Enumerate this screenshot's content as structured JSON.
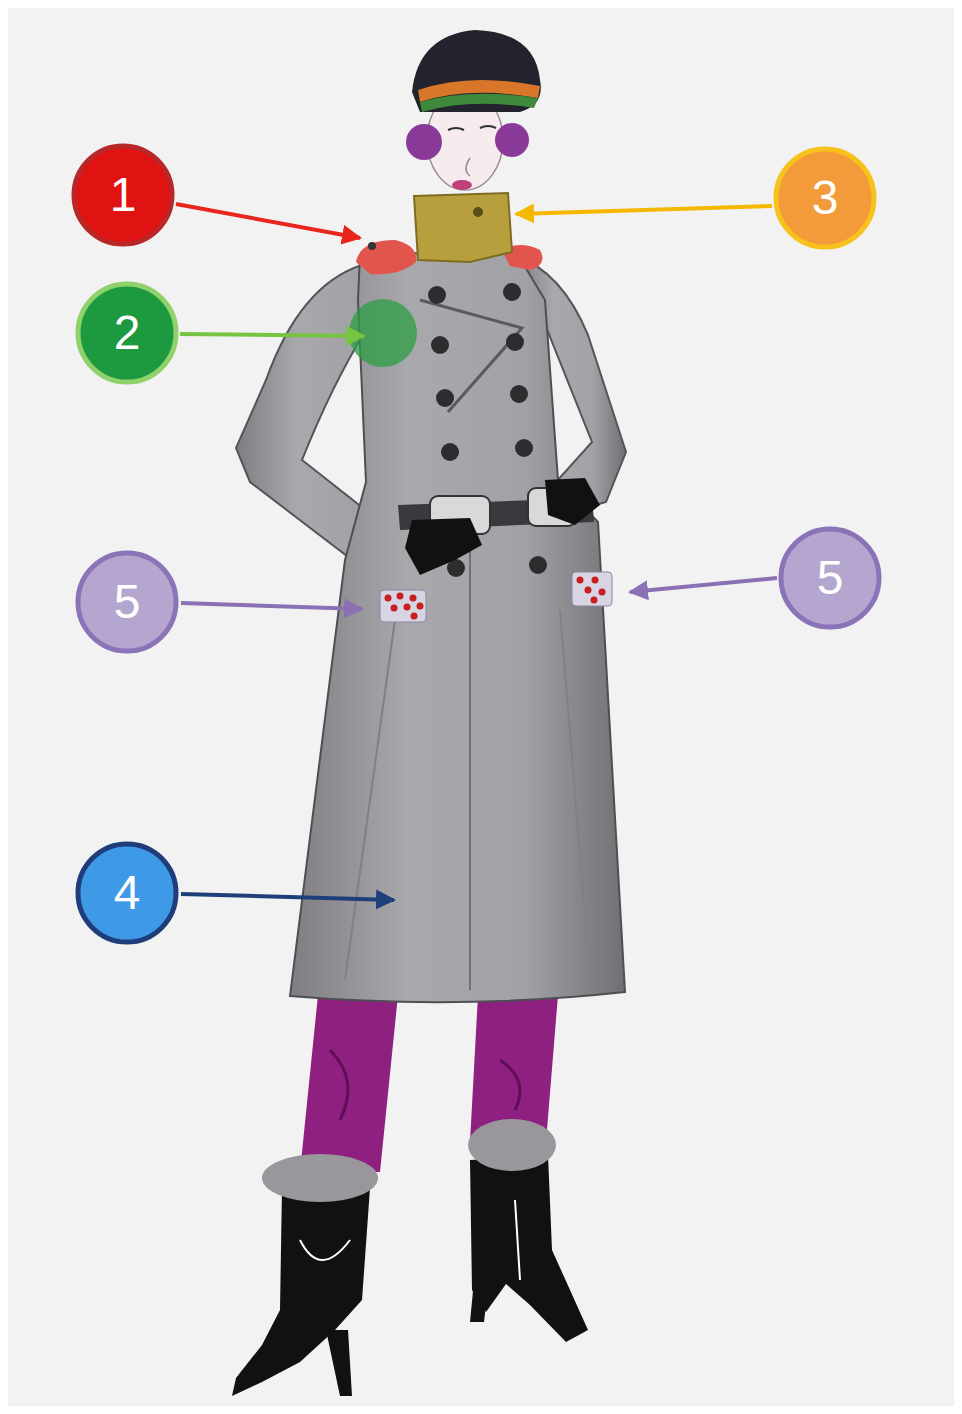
{
  "diagram": {
    "nodes": [
      {
        "text": [
          "1"
        ]
      },
      {
        "text": [
          "3"
        ]
      },
      {
        "text": [
          "2"
        ]
      },
      {
        "text": [
          "5"
        ]
      },
      {
        "text": [
          "5"
        ]
      },
      {
        "text": [
          "4"
        ]
      }
    ]
  }
}
